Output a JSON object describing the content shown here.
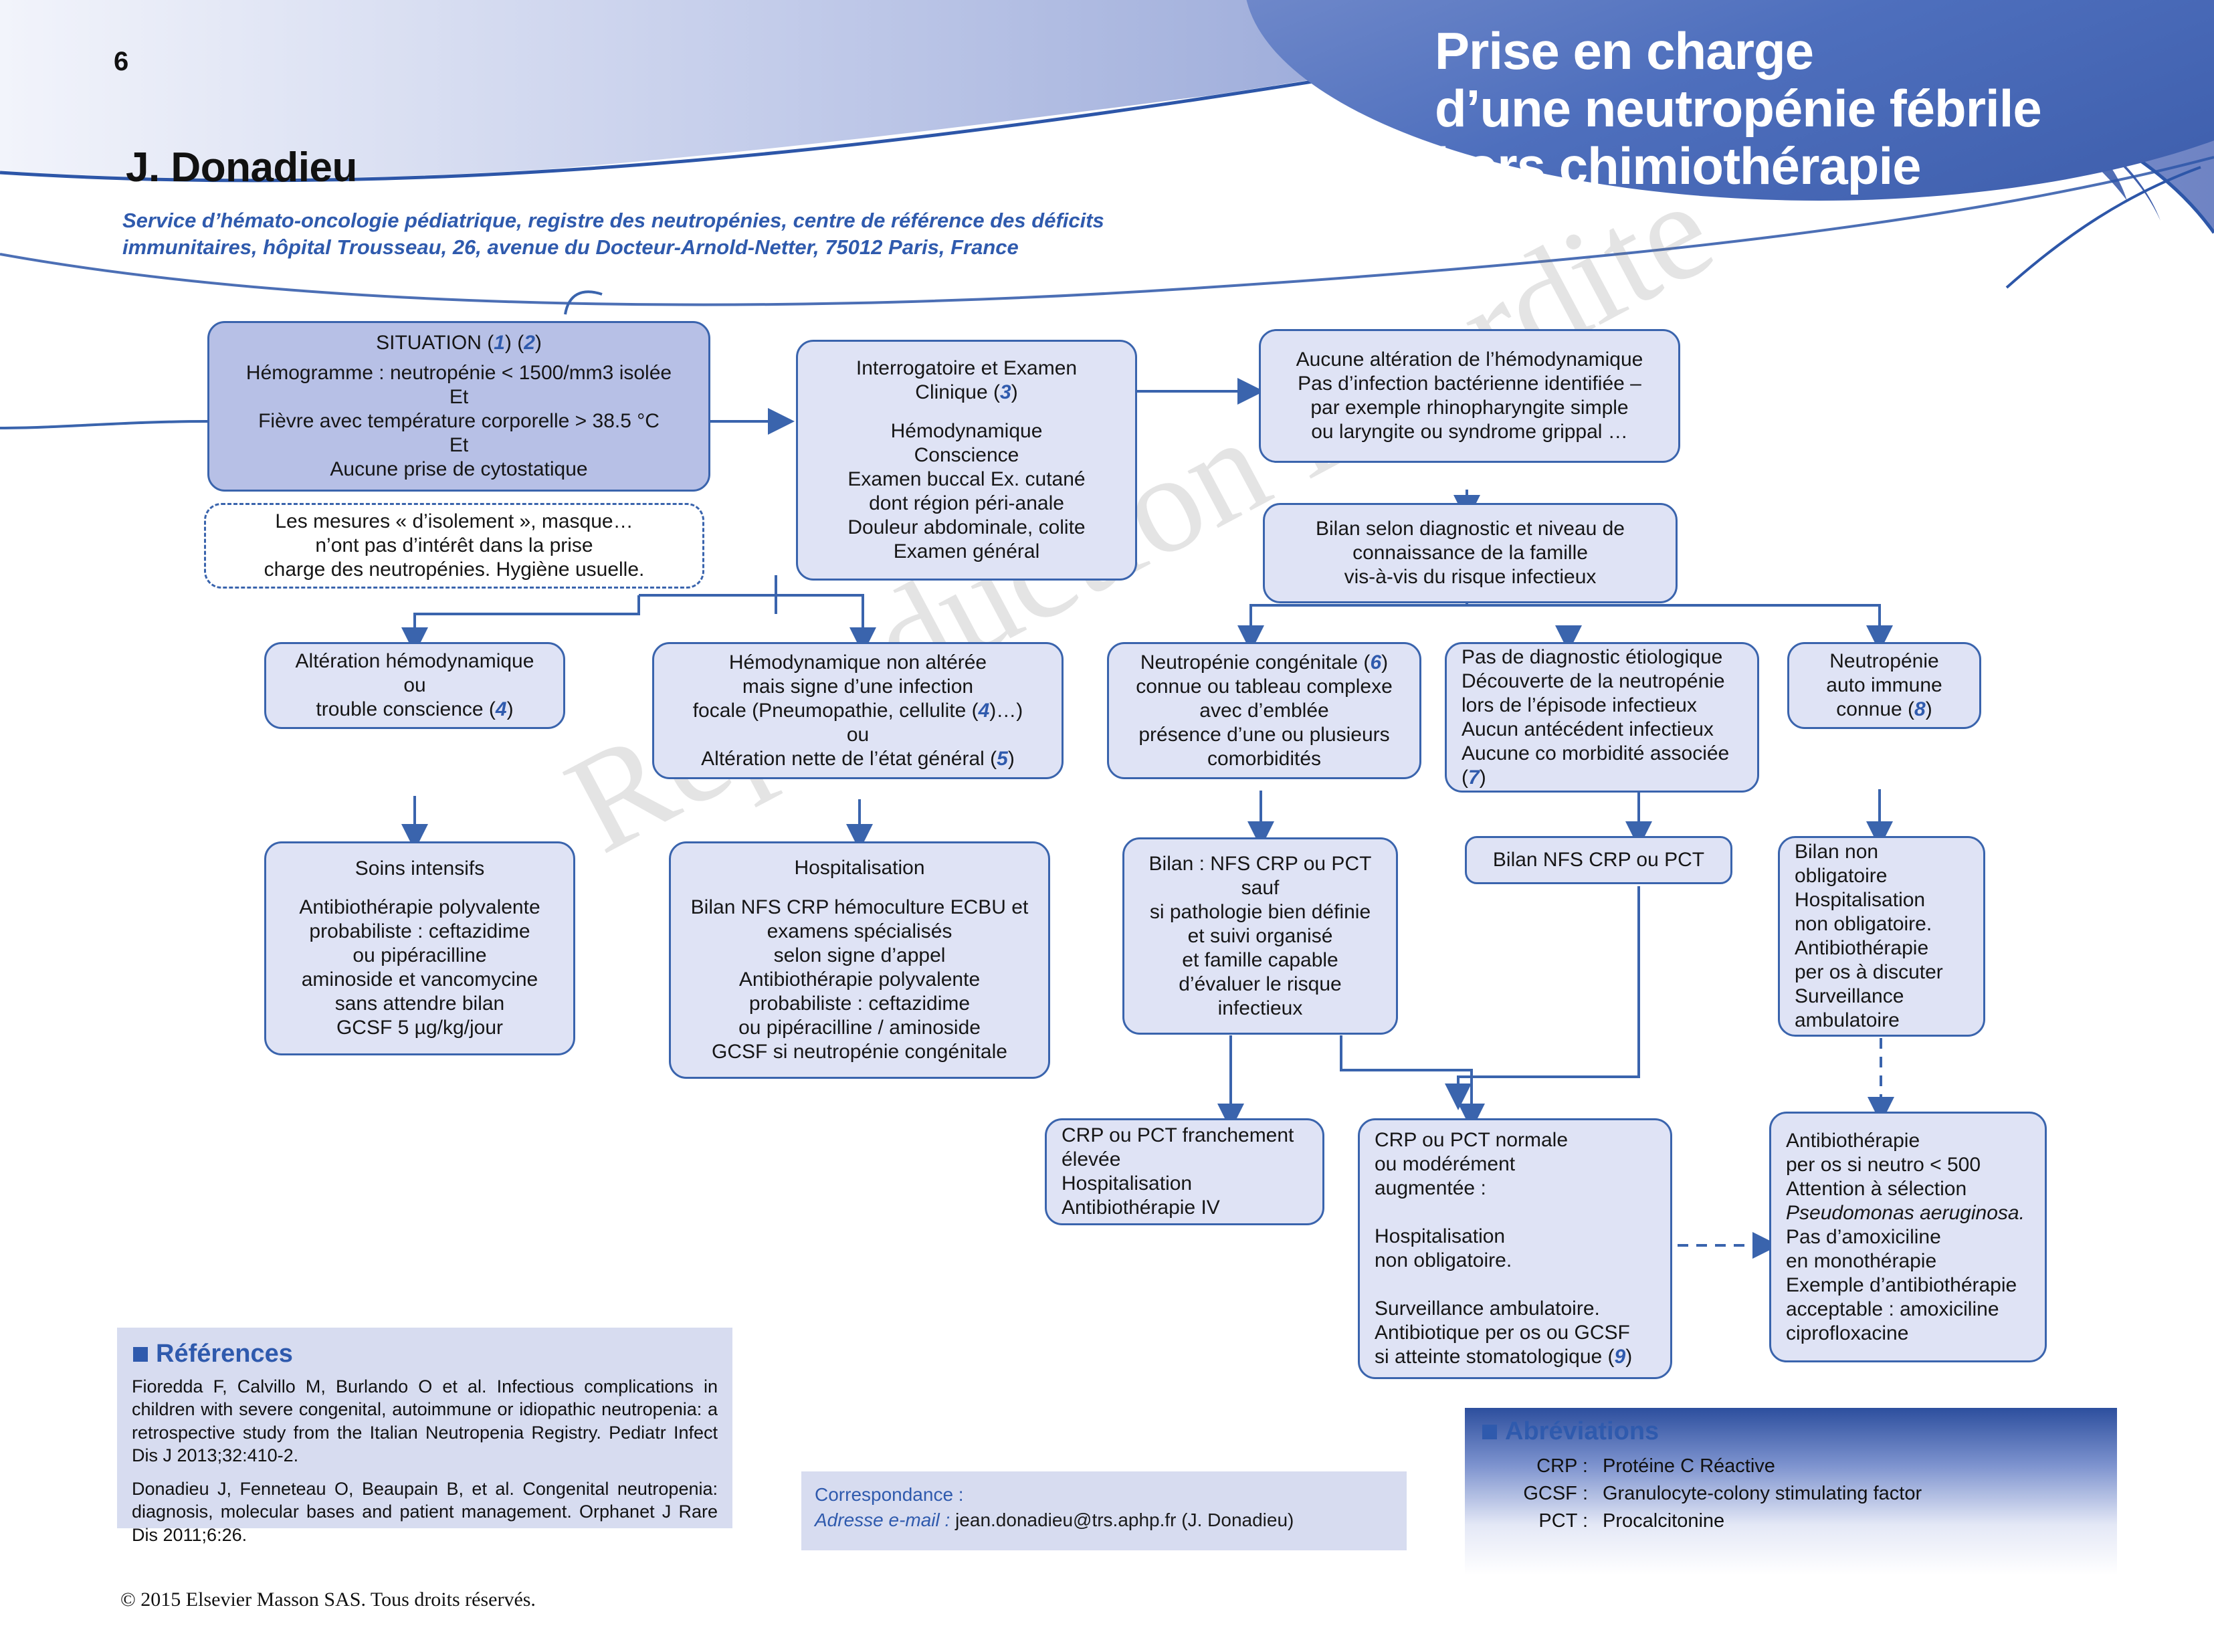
{
  "page": {
    "number": "6",
    "copyright": "© 2015 Elsevier Masson SAS. Tous droits réservés.",
    "watermark": "Reproduction interdite"
  },
  "header": {
    "title_line1": "Prise en charge",
    "title_line2": "d’une neutropénie fébrile",
    "title_line3": "hors chimiothérapie",
    "author": "J. Donadieu",
    "affiliation": "Service d’hémato-oncologie pédiatrique, registre des neutropénies, centre de référence des déficits immunitaires, hôpital Trousseau, 26, avenue du Docteur-Arnold-Netter, 75012 Paris, France",
    "colors": {
      "band": "#6f84c4",
      "stroke": "#2d56a8",
      "title_text": "#ffffff"
    }
  },
  "flow": {
    "colors": {
      "node_fill": "#dfe3f5",
      "node_fill_dark": "#b7c0e6",
      "node_border": "#3a64ad",
      "refnum": "#2f5aad"
    },
    "nodes": {
      "situation": {
        "title": "SITUATION (1) (2)",
        "body": "Hémogramme : neutropénie < 1500/mm3 isolée\nEt\nFièvre avec température corporelle > 38.5 °C\nEt\nAucune prise de cytostatique"
      },
      "isolement": {
        "body": "Les mesures « d’isolement », masque…\nn’ont pas d’intérêt dans la prise\ncharge des neutropénies. Hygiène usuelle."
      },
      "interrogatoire": {
        "title": "Interrogatoire et Examen\nClinique (3)",
        "body": "Hémodynamique\nConscience\nExamen buccal Ex. cutané\ndont région péri-anale\nDouleur abdominale, colite\nExamen général"
      },
      "aucune_alteration": {
        "body": "Aucune altération de l’hémodynamique\nPas d’infection bactérienne identifiée –\npar exemple rhinopharyngite simple\nou laryngite ou syndrome grippal …"
      },
      "bilan_selon": {
        "body": "Bilan selon diagnostic et niveau de\nconnaissance de la famille\nvis-à-vis du risque infectieux"
      },
      "alteration_hemo": {
        "body": "Altération hémodynamique\nou\ntrouble conscience (4)"
      },
      "hemo_non_alteree": {
        "body": "Hémodynamique non altérée\nmais signe d’une infection\nfocale (Pneumopathie, cellulite (4)…)\nou\nAltération nette de l’état général (5)"
      },
      "neutro_congenitale": {
        "body": "Neutropénie congénitale (6)\nconnue ou tableau complexe\navec d’emblée\nprésence d’une ou plusieurs\ncomorbidités"
      },
      "pas_diagnostic": {
        "body": "Pas de diagnostic étiologique\nDécouverte de la neutropénie\nlors de l’épisode infectieux\nAucun antécédent infectieux\nAucune co morbidité associée\n(7)"
      },
      "neutro_auto": {
        "body": "Neutropénie\nauto immune\nconnue (8)"
      },
      "soins_intensifs": {
        "title": "Soins intensifs",
        "body": "Antibiothérapie polyvalente\nprobabiliste : ceftazidime\nou pipéracilline\naminoside et vancomycine\nsans attendre bilan\nGCSF 5 µg/kg/jour"
      },
      "hospitalisation": {
        "title": "Hospitalisation",
        "body": "Bilan NFS CRP hémoculture ECBU et\nexamens spécialisés\nselon signe d’appel\nAntibiothérapie polyvalente\nprobabiliste : ceftazidime\nou pipéracilline / aminoside\nGCSF si neutropénie congénitale"
      },
      "bilan_nfs_sauf": {
        "body": "Bilan : NFS CRP ou PCT\nsauf\nsi pathologie bien définie\net suivi organisé\net famille capable\nd’évaluer le risque\ninfectieux"
      },
      "bilan_nfs": {
        "body": "Bilan NFS CRP ou PCT"
      },
      "bilan_non_obligatoire": {
        "body": "Bilan non\nobligatoire\nHospitalisation\nnon obligatoire.\nAntibiothérapie\nper os à discuter\nSurveillance\nambulatoire"
      },
      "crp_elevee": {
        "body": "CRP ou PCT franchement\nélevée\nHospitalisation\nAntibiothérapie IV"
      },
      "crp_normale": {
        "body": "CRP ou PCT normale\nou modérément\naugmentée :\n\nHospitalisation\nnon obligatoire.\n\nSurveillance ambulatoire.\nAntibiotique per os ou GCSF\nsi atteinte stomatologique (9)"
      },
      "antibio_per_os": {
        "body": "Antibiothérapie\nper os si neutro < 500\nAttention à sélection\nPseudomonas aeruginosa.\nPas d’amoxiciline\nen monothérapie\nExemple d’antibiothérapie\nacceptable : amoxiciline\nciprofloxacine",
        "italic_phrase": "Pseudomonas aeruginosa."
      }
    }
  },
  "references": {
    "heading": "Références",
    "items": [
      "Fioredda F, Calvillo M, Burlando O et al. Infectious complications in children with severe congenital, autoimmune or idiopathic neutropenia: a retrospective study from the Italian Neutropenia Registry. Pediatr Infect Dis J 2013;32:410-2.",
      "Donadieu J, Fenneteau O, Beaupain B, et al. Congenital neutropenia: diagnosis, molecular bases and patient management. Orphanet J Rare Dis 2011;6:26."
    ]
  },
  "correspondence": {
    "label": "Correspondance :",
    "email_label": "Adresse e-mail :",
    "email_value": "jean.donadieu@trs.aphp.fr (J. Donadieu)"
  },
  "abbreviations": {
    "heading": "Abréviations",
    "rows": [
      {
        "key": "CRP :",
        "value": "Protéine C Réactive"
      },
      {
        "key": "GCSF :",
        "value": "Granulocyte-colony stimulating factor"
      },
      {
        "key": "PCT :",
        "value": "Procalcitonine"
      }
    ]
  }
}
